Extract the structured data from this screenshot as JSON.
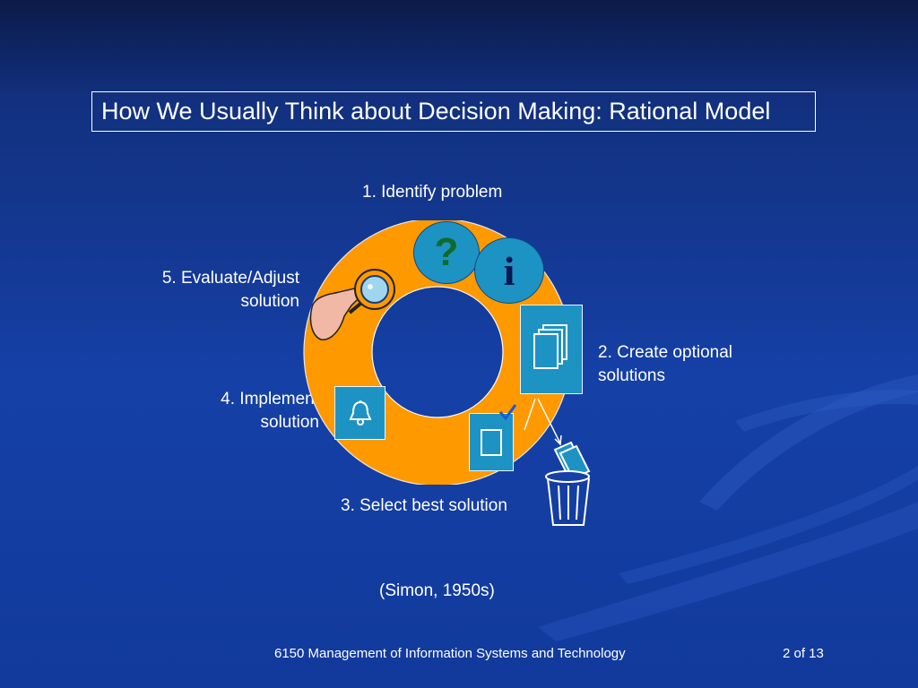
{
  "slide": {
    "title": "How We Usually Think about Decision Making: Rational Model",
    "steps": {
      "identify": "1. Identify problem",
      "create_line1": "2. Create optional",
      "create_line2": "solutions",
      "select": "3. Select best solution",
      "implement_line1": "4. Implement",
      "implement_line2": "solution",
      "evaluate_line1": "5. Evaluate/Adjust",
      "evaluate_line2": "solution"
    },
    "icons": {
      "question_glyph": "?",
      "info_glyph": "i",
      "problem_icon": "question-mark-icon",
      "info_icon": "info-icon",
      "documents_icon": "documents-icon",
      "select_icon": "checked-document-icon",
      "implement_icon": "bell-icon",
      "evaluate_icon": "hand-with-magnifier-icon",
      "trash_icon": "trash-can-icon"
    },
    "citation": "(Simon, 1950s)",
    "colors": {
      "background": "#1540a6",
      "ring": "#ff9900",
      "tile": "#1d93c4",
      "question_mark": "#0e6b2a",
      "info_mark": "#061850"
    }
  },
  "footer": {
    "course": "6150 Management of Information Systems and Technology",
    "page": "2 of 13"
  }
}
